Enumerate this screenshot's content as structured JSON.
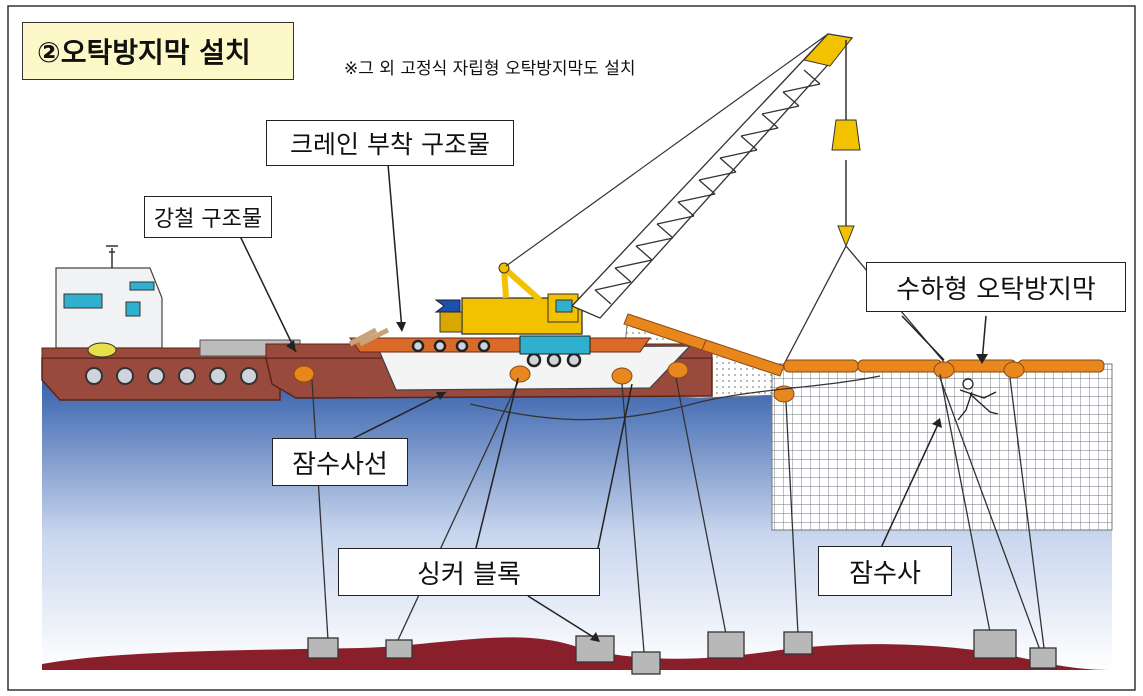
{
  "title": "②오탁방지막 설치",
  "note": "※그 외 고정식 자립형 오탁방지막도 설치",
  "labels": {
    "crane_structure": "크레인 부착 구조물",
    "steel_structure": "강철 구조물",
    "underwater_curtain": "수하형 오탁방지막",
    "diving_boat": "잠수사선",
    "sinker_block": "싱커 블록",
    "diver": "잠수사"
  },
  "colors": {
    "sea_top": "#2e5aa8",
    "sea_bottom": "#ffffff",
    "seabed": "#8a1f2c",
    "hull": "#9a4a3c",
    "crane": "#f2c200",
    "float": "#e8871e",
    "title_bg": "#fdf8c8"
  }
}
